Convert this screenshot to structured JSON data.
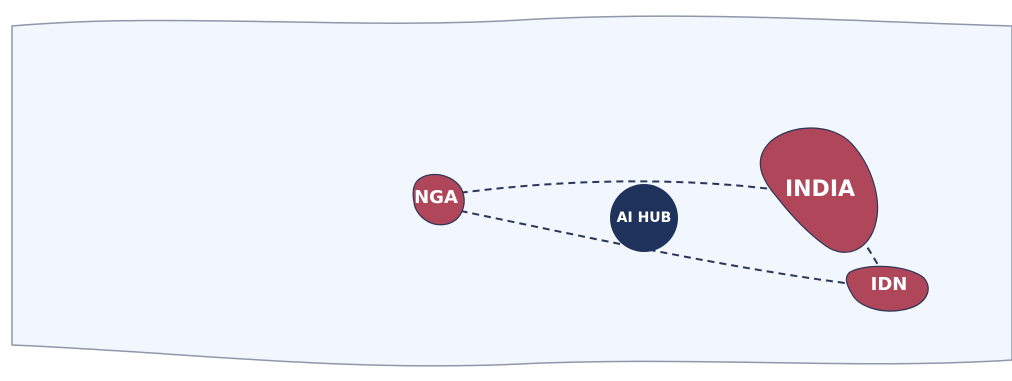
{
  "map": {
    "regions": [
      {
        "id": "nga",
        "label": "NGA"
      },
      {
        "id": "india",
        "label": "INDIA"
      },
      {
        "id": "idn",
        "label": "IDN"
      }
    ],
    "hub": {
      "label": "AI HUB"
    },
    "routes": [
      {
        "from": "NGA",
        "to": "INDIA",
        "style": "dashed"
      },
      {
        "from": "NGA",
        "to": "IDN",
        "style": "dashed"
      },
      {
        "from": "INDIA",
        "to": "IDN",
        "style": "dashed"
      }
    ],
    "colors": {
      "background": "#f2f6fd",
      "border": "#8f97a8",
      "region_fill": "#b0465a",
      "region_stroke": "#2b3558",
      "hub_fill": "#1f325c",
      "route": "#2b3558",
      "label": "#ffffff"
    }
  }
}
